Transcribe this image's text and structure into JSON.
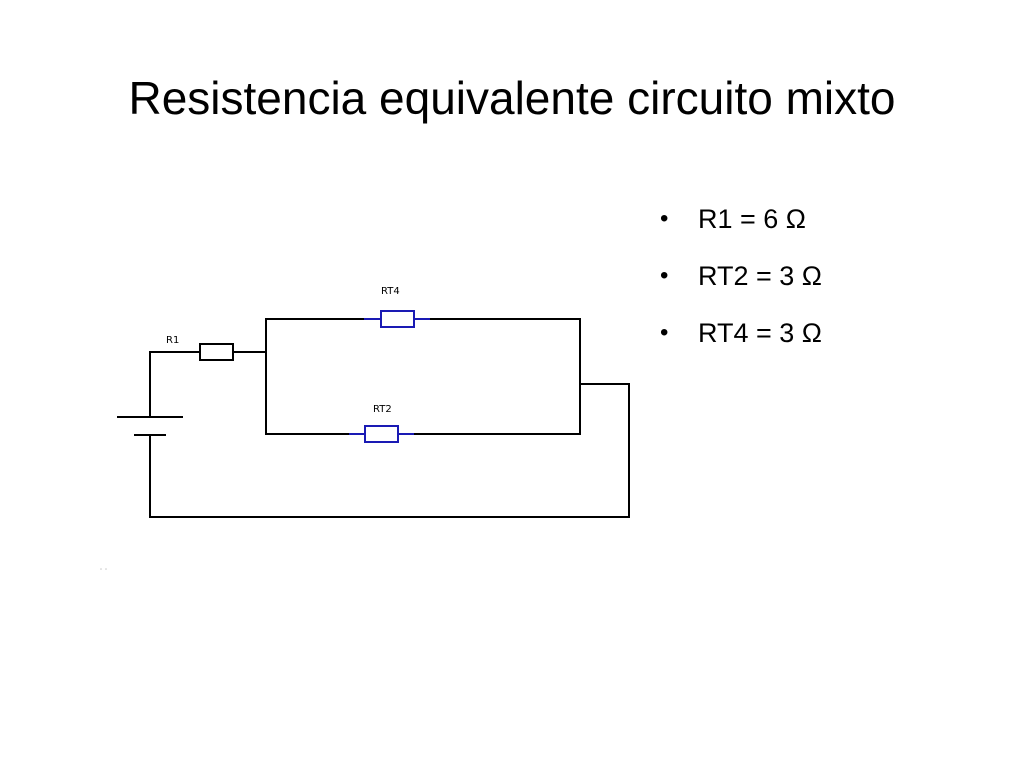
{
  "slide": {
    "title": "Resistencia equivalente circuito mixto"
  },
  "bullets": [
    {
      "text": "R1 = 6 Ω"
    },
    {
      "text": "RT2 = 3 Ω"
    },
    {
      "text": "RT4 = 3 Ω"
    }
  ],
  "circuit": {
    "labels": {
      "r1": "R1",
      "rt2": "RT2",
      "rt4": "RT4"
    },
    "colors": {
      "wire": "#000000",
      "highlight": "#1a1ab4"
    }
  }
}
